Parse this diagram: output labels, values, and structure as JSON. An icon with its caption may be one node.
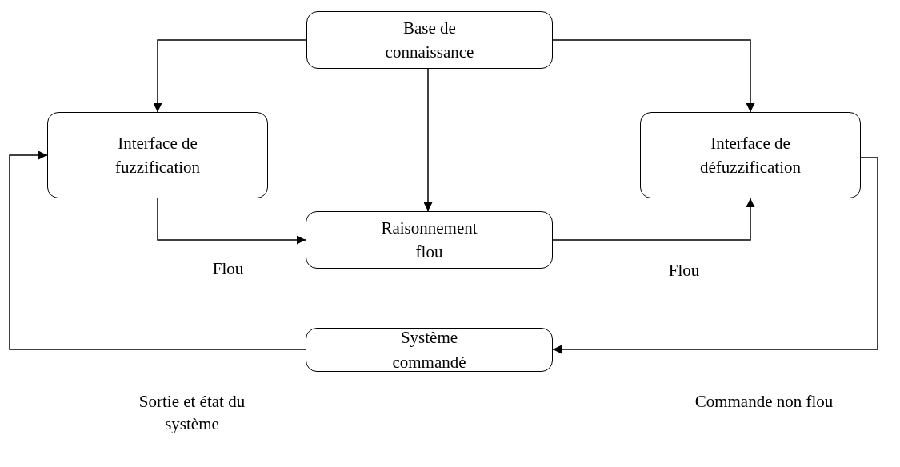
{
  "diagram": {
    "nodes": [
      {
        "text": [
          "Base de connaissance"
        ]
      },
      {
        "text": [
          "Interface de fuzzification"
        ]
      },
      {
        "text": [
          "Raisonnement flou"
        ]
      },
      {
        "text": [
          "Interface de défuzzification"
        ]
      },
      {
        "text": [
          "Système commandé"
        ]
      }
    ],
    "edges": [
      {
        "from": 0,
        "to": 1,
        "arrow": "to"
      },
      {
        "from": 0,
        "to": 2,
        "arrow": "to"
      },
      {
        "from": 0,
        "to": 3,
        "arrow": "to"
      },
      {
        "from": 1,
        "to": 2,
        "arrow": "to",
        "label": "Flou"
      },
      {
        "from": 2,
        "to": 3,
        "arrow": "to",
        "label": "Flou"
      },
      {
        "from": 3,
        "to": 4,
        "arrow": "to",
        "label": "Commande non flou"
      },
      {
        "from": 4,
        "to": 1,
        "arrow": "to",
        "label": "Sortie et état du système"
      }
    ]
  }
}
